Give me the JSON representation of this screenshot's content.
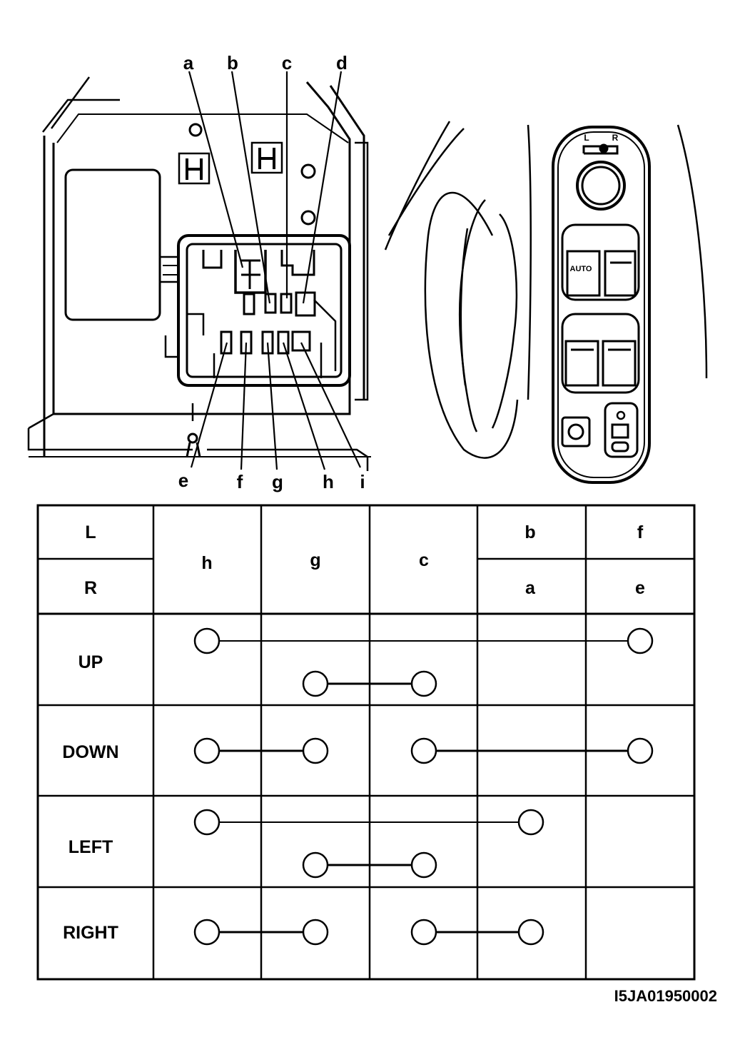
{
  "connector_labels": {
    "a": "a",
    "b": "b",
    "c": "c",
    "d": "d",
    "e": "e",
    "f": "f",
    "g": "g",
    "h": "h",
    "i": "i"
  },
  "switch": {
    "mirror_selector_L": "L",
    "mirror_selector_R": "R",
    "auto_label": "AUTO"
  },
  "table": {
    "header_top": {
      "left": "L",
      "b": "b",
      "f": "f"
    },
    "header_bottom": {
      "left": "R",
      "a": "a",
      "e": "e"
    },
    "header_span": {
      "h": "h",
      "g": "g",
      "c": "c"
    },
    "rows": [
      {
        "label": "UP"
      },
      {
        "label": "DOWN"
      },
      {
        "label": "LEFT"
      },
      {
        "label": "RIGHT"
      }
    ]
  },
  "figure_code": "I5JA01950002"
}
